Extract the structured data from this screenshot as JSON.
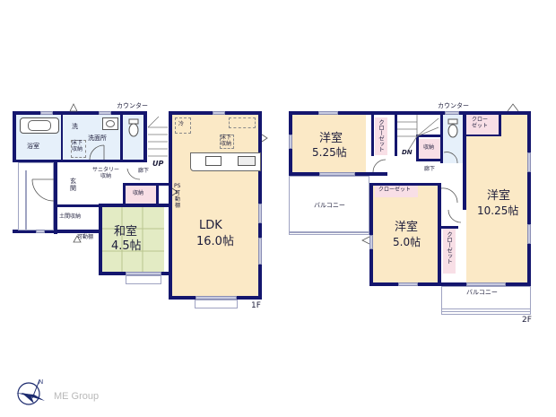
{
  "colors": {
    "wall": "#14166e",
    "room_wood": "#fbe9c6",
    "room_tatami": "#e3ebc4",
    "room_wet": "#e6f0fa",
    "room_storage": "#f8dfe6",
    "logo_text": "#b9b9b9"
  },
  "floor1": {
    "label": "1F",
    "counter_label": "カウンター",
    "rooms": {
      "bath": "浴室",
      "wash_small": "洗",
      "underfloor_storage_1": "床下\n収納",
      "washroom": "洗面所",
      "sanitary_storage": "サニタリー\n収納",
      "entrance": "玄\n関",
      "earth_storage": "土間収納",
      "movable_shelf": "可動棚",
      "hall": "廊下",
      "up": "UP",
      "storage": "収納",
      "ps": "PS",
      "ps_shelf": "可\n動\n棚",
      "fridge": "冷",
      "underfloor_storage_2": "床下\n収納",
      "washitsu_name": "和室",
      "washitsu_size": "4.5帖",
      "ldk_name": "LDK",
      "ldk_size": "16.0帖"
    }
  },
  "floor2": {
    "label": "2F",
    "counter_label": "カウンター",
    "rooms": {
      "room1_name": "洋室",
      "room1_size": "5.25帖",
      "closet_v1": "クローゼット",
      "dn": "DN",
      "storage": "収納",
      "hall": "廊下",
      "closet_top": "クロー\nゼット",
      "closet_h": "クローゼット",
      "balcony_left": "バルコニー",
      "room2_name": "洋室",
      "room2_size": "5.0帖",
      "closet_v2": "クローゼット",
      "room3_name": "洋室",
      "room3_size": "10.25帖",
      "balcony_right": "バルコニー"
    }
  },
  "logo": {
    "compass_icon": "north-compass",
    "text": "ME Group"
  }
}
